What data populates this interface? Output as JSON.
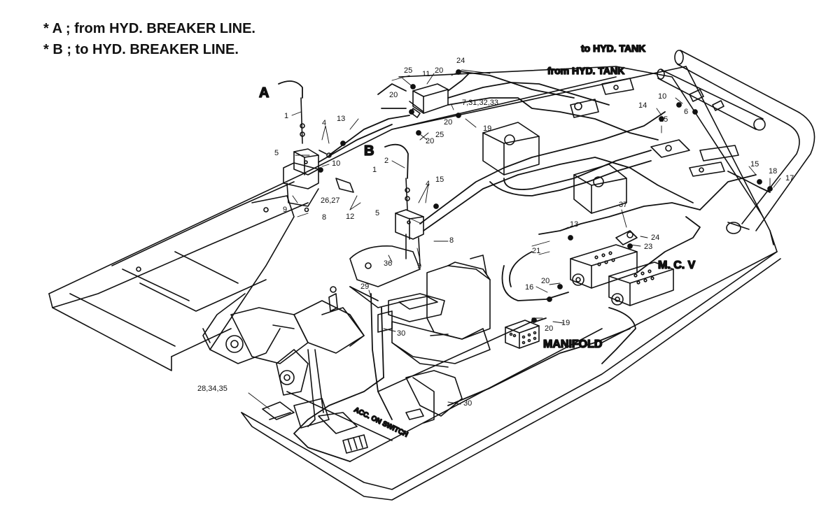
{
  "notes": {
    "a": "* A ; from  HYD. BREAKER  LINE.",
    "b": "* B ; to  HYD. BREAKER LINE."
  },
  "labels": {
    "to_tank": "to  HYD. TANK",
    "from_tank": "from  HYD. TANK",
    "a": "A",
    "b": "B",
    "mcv": "M. C. V",
    "manifold": "MANIFOLD",
    "switch": "ACC. ON SWITCH"
  },
  "callouts": {
    "c1": "1",
    "c2": "2",
    "c4a": "4",
    "c4b": "4",
    "c5a": "5",
    "c5b": "5",
    "c6": "6",
    "c7": "7,31,32,33",
    "c8a": "8",
    "c8b": "8",
    "c9a": "9",
    "c9b": "9",
    "c10a": "10",
    "c10b": "10",
    "c11": "11",
    "c12": "12",
    "c13a": "13",
    "c13b": "13",
    "c14": "14",
    "c15a": "15",
    "c15b": "15",
    "c16": "16",
    "c17": "17",
    "c18": "18",
    "c19a": "19",
    "c19b": "19",
    "c20a": "20",
    "c20b": "20",
    "c20c": "20",
    "c20d": "20",
    "c20e": "20",
    "c20f": "20",
    "c21": "21",
    "c23": "23",
    "c24a": "24",
    "c24b": "24",
    "c25a": "25",
    "c25b": "25",
    "c25c": "25",
    "c26": "26,27",
    "c28": "28,34,35",
    "c29": "29",
    "c30a": "30",
    "c30b": "30",
    "c36": "36",
    "c37": "37",
    "c1b": "1"
  }
}
